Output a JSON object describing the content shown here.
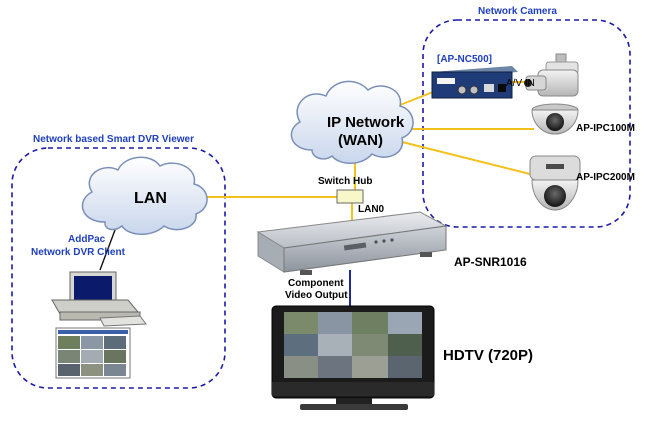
{
  "groups": {
    "network_camera": "Network Camera",
    "viewer": "Network based Smart DVR Viewer"
  },
  "clouds": {
    "wan_line1": "IP Network",
    "wan_line2": "(WAN)",
    "lan": "LAN"
  },
  "nodes": {
    "encoder_tag": "[AP-NC500]",
    "encoder_port": "A/V IN",
    "cam1": "AP-IPC100M",
    "cam2": "AP-IPC200M",
    "switch": "Switch Hub",
    "lan_port": "LAN0",
    "nvr": "AP-SNR1016",
    "client_line1": "AddPac",
    "client_line2": "Network DVR Client",
    "video_line1": "Component",
    "video_line2": "Video Output",
    "tv": "HDTV (720P)"
  },
  "colors": {
    "group_border": "#1a1aa8",
    "group_title": "#1f3fbf",
    "ip_link": "#f2c21c",
    "video_link": "#1c2a9c",
    "cloud_fill": "#eef3fb"
  }
}
